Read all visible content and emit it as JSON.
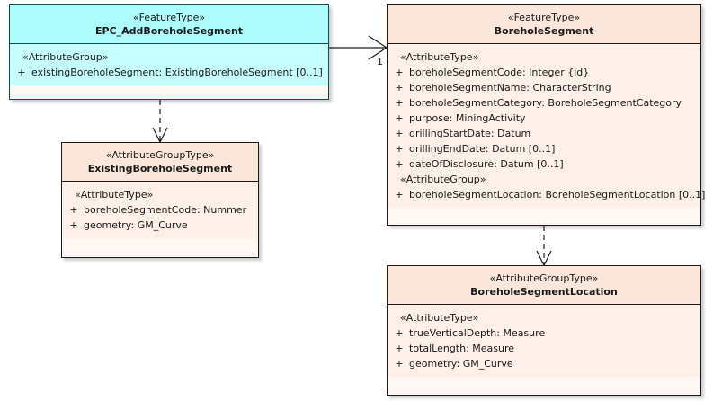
{
  "diagram": {
    "kind": "uml-class-diagram",
    "background": "#ffffff",
    "colors": {
      "feature_type_accent": "#AEFDFD",
      "attribute_group_accent": "#FAE7D9",
      "body_peach": "#FDF0E8",
      "body_cyan": "#C6FDFD",
      "border_dark": "#1a1a1a",
      "border_teal": "#0d4f4f"
    }
  },
  "classes": {
    "epc_add_borehole_segment": {
      "stereotype": "«FeatureType»",
      "name": "EPC_AddBoreholeSegment",
      "group_stereotype": "«AttributeGroup»",
      "attributes": [
        {
          "visibility": "+",
          "text": "existingBoreholeSegment: ExistingBoreholeSegment [0..1]"
        }
      ]
    },
    "borehole_segment": {
      "stereotype": "«FeatureType»",
      "name": "BoreholeSegment",
      "group_stereotype_1": "«AttributeType»",
      "attributes_1": [
        {
          "visibility": "+",
          "text": "boreholeSegmentCode: Integer {id}"
        },
        {
          "visibility": "+",
          "text": "boreholeSegmentName: CharacterString"
        },
        {
          "visibility": "+",
          "text": "boreholeSegmentCategory: BoreholeSegmentCategory"
        },
        {
          "visibility": "+",
          "text": "purpose: MiningActivity"
        },
        {
          "visibility": "+",
          "text": "drillingStartDate: Datum"
        },
        {
          "visibility": "+",
          "text": "drillingEndDate: Datum [0..1]"
        },
        {
          "visibility": "+",
          "text": "dateOfDisclosure: Datum [0..1]"
        }
      ],
      "group_stereotype_2": "«AttributeGroup»",
      "attributes_2": [
        {
          "visibility": "+",
          "text": "boreholeSegmentLocation: BoreholeSegmentLocation [0..1]"
        }
      ]
    },
    "existing_borehole_segment": {
      "stereotype": "«AttributeGroupType»",
      "name": "ExistingBoreholeSegment",
      "group_stereotype": "«AttributeType»",
      "attributes": [
        {
          "visibility": "+",
          "text": "boreholeSegmentCode: Nummer"
        },
        {
          "visibility": "+",
          "text": "geometry: GM_Curve"
        }
      ]
    },
    "borehole_segment_location": {
      "stereotype": "«AttributeGroupType»",
      "name": "BoreholeSegmentLocation",
      "group_stereotype": "«AttributeType»",
      "attributes": [
        {
          "visibility": "+",
          "text": "trueVerticalDepth: Measure"
        },
        {
          "visibility": "+",
          "text": "totalLength: Measure"
        },
        {
          "visibility": "+",
          "text": "geometry: GM_Curve"
        }
      ]
    }
  },
  "connectors": {
    "association_epc_to_borehole_segment": {
      "type": "association",
      "style": "solid",
      "arrowhead": "open",
      "target_multiplicity": "1"
    },
    "dependency_epc_to_existing": {
      "type": "dependency",
      "style": "dashed",
      "arrowhead": "open"
    },
    "dependency_segment_to_location": {
      "type": "dependency",
      "style": "dashed",
      "arrowhead": "open"
    }
  }
}
